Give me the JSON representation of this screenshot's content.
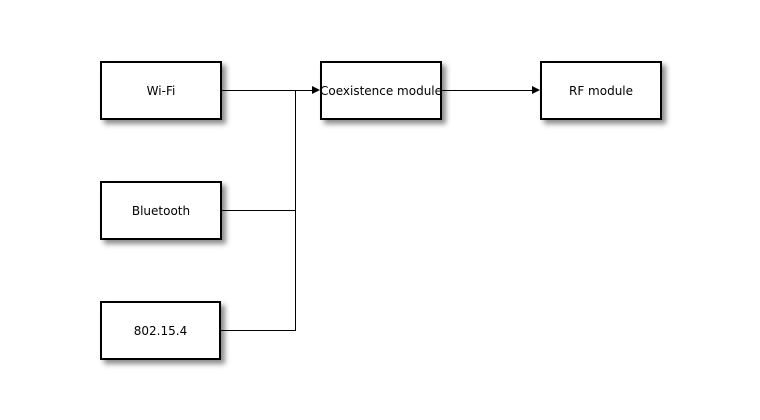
{
  "diagram": {
    "blocks": {
      "wifi": {
        "label": "Wi-Fi"
      },
      "bluetooth": {
        "label": "Bluetooth"
      },
      "zigbee": {
        "label": "802.15.4"
      },
      "coexistence": {
        "label": "Coexistence module"
      },
      "rf": {
        "label": "RF module"
      }
    },
    "connections": [
      {
        "from": "wifi",
        "to": "coexistence",
        "arrow": true
      },
      {
        "from": "bluetooth",
        "to": "coexistence",
        "arrow": true
      },
      {
        "from": "zigbee",
        "to": "coexistence",
        "arrow": true
      },
      {
        "from": "coexistence",
        "to": "rf",
        "arrow": true
      }
    ],
    "colors": {
      "background": "#ffffff",
      "block_fill": "#ffffff",
      "block_border": "#000000",
      "connector": "#000000",
      "shadow": "#999999"
    }
  }
}
